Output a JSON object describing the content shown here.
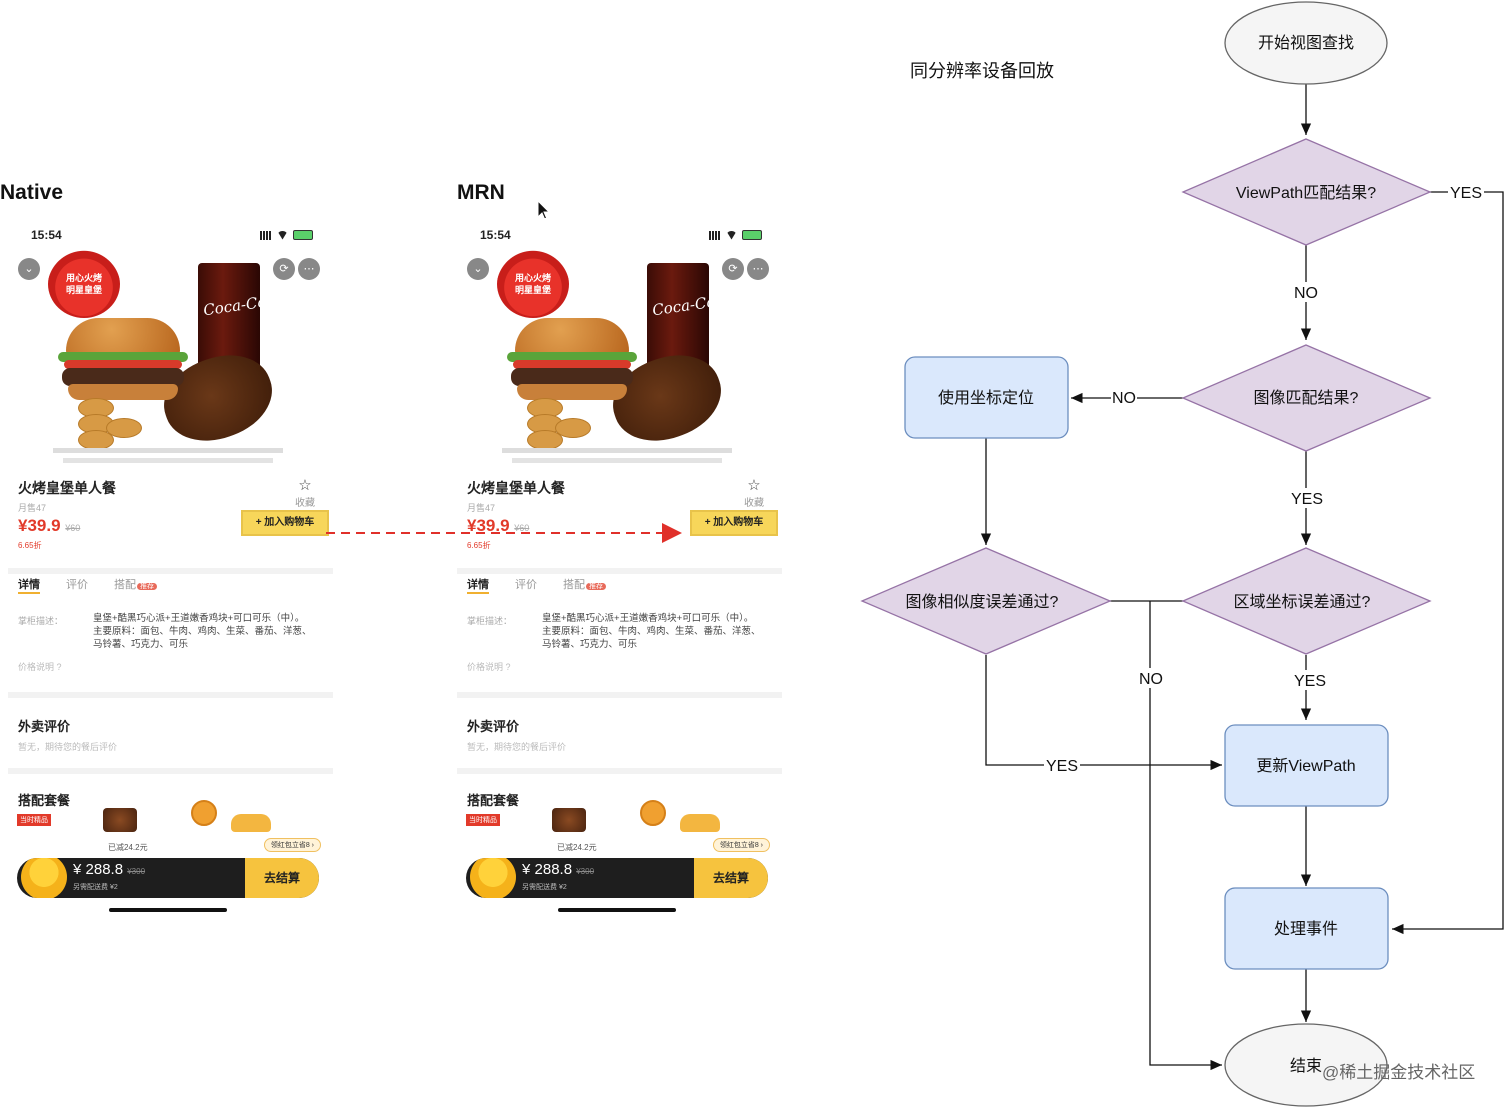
{
  "left": {
    "native_title": "Native",
    "mrn_title": "MRN"
  },
  "phone": {
    "time": "15:54",
    "badge_text": "用心火烤\n明星皇堡",
    "cup_text": "Coca-Cola",
    "product_name": "火烤皇堡单人餐",
    "fav_label": "收藏",
    "sold": "月售47",
    "price": "¥39.9",
    "orig_price": "¥60",
    "discount": "6.65折",
    "cart_button": "+ 加入购物车",
    "tabs": [
      "详情",
      "评价",
      "搭配"
    ],
    "tab_badge": "推荐",
    "desc_label": "掌柜描述：",
    "desc": "皇堡+酷黑巧心派+王道嫩香鸡块+可口可乐（中）。主要原料：面包、牛肉、鸡肉、生菜、番茄、洋葱、马铃薯、巧克力、可乐",
    "price_note": "价格说明 ?",
    "review_title": "外卖评价",
    "review_sub": "暂无，期待您的餐后评价",
    "combo_title": "搭配套餐",
    "combo_tag": "当时精品",
    "saved": "已减24.2元",
    "coupon": "领红包立省8 ›",
    "total": "¥ 288.8",
    "total_orig": "¥300",
    "fee": "另需配送费 ¥2",
    "checkout": "去结算"
  },
  "flow": {
    "title": "同分辨率设备回放",
    "start": "开始视图查找",
    "viewpath_match": "ViewPath匹配结果?",
    "image_match": "图像匹配结果?",
    "use_coord": "使用坐标定位",
    "image_similarity": "图像相似度误差通过?",
    "region_coord": "区域坐标误差通过?",
    "update_viewpath": "更新ViewPath",
    "handle_event": "处理事件",
    "end": "结束",
    "yes": "YES",
    "no": "NO"
  },
  "credit": "@稀土掘金技术社区",
  "colors": {
    "diamond_fill": "#e1d5e7",
    "diamond_stroke": "#9673a6",
    "box_fill": "#dae8fc",
    "box_stroke": "#6c8ebf",
    "ellipse_fill": "#f5f5f5",
    "ellipse_stroke": "#666666",
    "arrow_red": "#e0302a"
  }
}
